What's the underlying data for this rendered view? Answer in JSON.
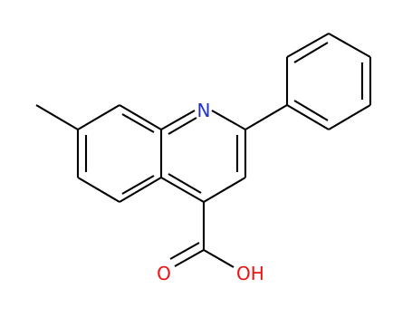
{
  "molecule": {
    "atoms": {
      "nitrogen": {
        "symbol": "N",
        "color": "#2233cc"
      },
      "carbonyl_oxygen": {
        "symbol": "O",
        "color": "#ee1111"
      },
      "hydroxyl": {
        "symbol": "OH",
        "color": "#ee1111"
      }
    },
    "bond_color": "#000000"
  }
}
